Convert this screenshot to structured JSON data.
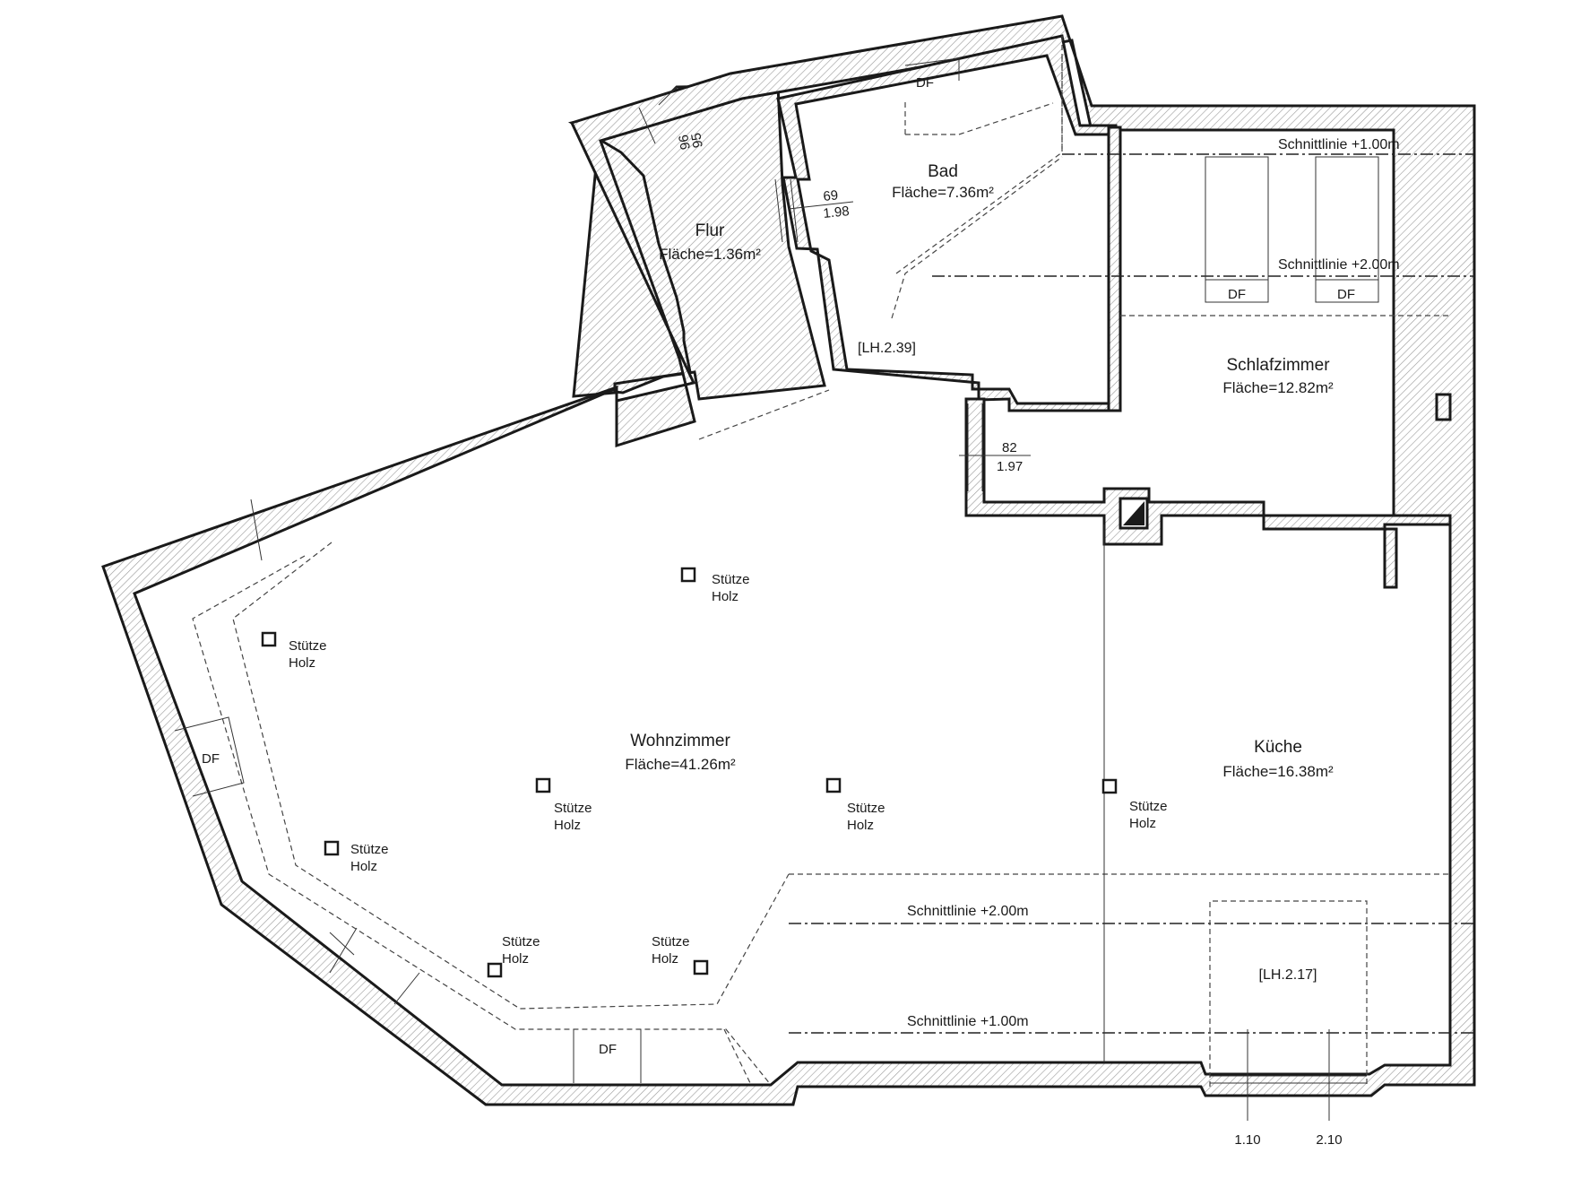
{
  "rooms": {
    "flur": {
      "name": "Flur",
      "area": "Fläche=1.36m²"
    },
    "bad": {
      "name": "Bad",
      "area": "Fläche=7.36m²"
    },
    "schlafzimmer": {
      "name": "Schlafzimmer",
      "area": "Fläche=12.82m²"
    },
    "wohnzimmer": {
      "name": "Wohnzimmer",
      "area": "Fläche=41.26m²"
    },
    "kueche": {
      "name": "Küche",
      "area": "Fläche=16.38m²"
    }
  },
  "labels": {
    "df": "DF",
    "stuetze": "Stütze",
    "holz": "Holz",
    "schnitt_100": "Schnittlinie +1.00m",
    "schnitt_200": "Schnittlinie +2.00m",
    "lh_239": "[LH.2.39]",
    "lh_217": "[LH.2.17]"
  },
  "dimensions": {
    "flur_door_w": "95",
    "flur_door_h": "96",
    "bad_door_w": "69",
    "bad_door_h": "1.98",
    "schlaf_door_w": "82",
    "schlaf_door_h": "1.97",
    "window_left": "1.10",
    "window_right": "2.10"
  },
  "colors": {
    "lines": "#1a1a1a",
    "background": "#ffffff"
  }
}
